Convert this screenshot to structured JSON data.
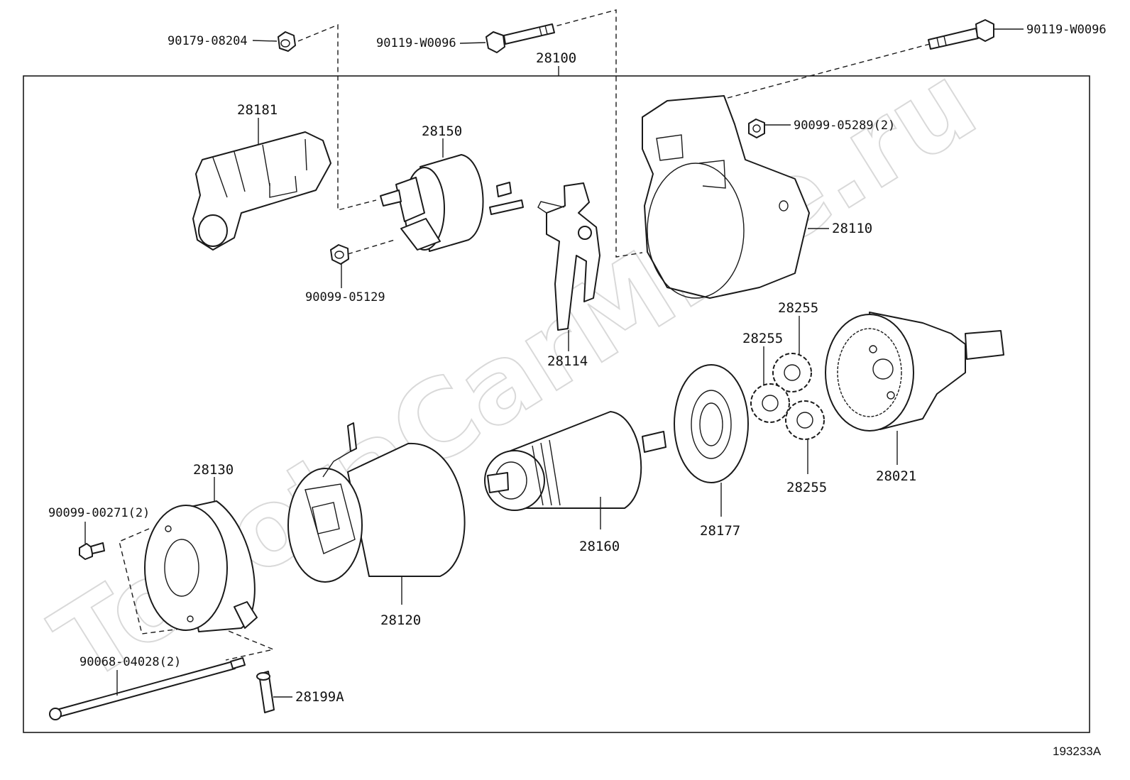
{
  "watermark": "ToyotaCarMine.ru",
  "figure_id": "193233A",
  "assembly_label": "28100",
  "labels": {
    "p90179_08204": "90179-08204",
    "p90119_w0096_a": "90119-W0096",
    "p90119_w0096_b": "90119-W0096",
    "p28181": "28181",
    "p28150": "28150",
    "p90099_05129": "90099-05129",
    "p28114": "28114",
    "p90099_05289": "90099-05289(2)",
    "p28110": "28110",
    "p28255_a": "28255",
    "p28255_b": "28255",
    "p28255_c": "28255",
    "p28021": "28021",
    "p28177": "28177",
    "p28160": "28160",
    "p28120": "28120",
    "p28130": "28130",
    "p90099_00271": "90099-00271(2)",
    "p90068_04028": "90068-04028(2)",
    "p28199a": "28199A"
  }
}
